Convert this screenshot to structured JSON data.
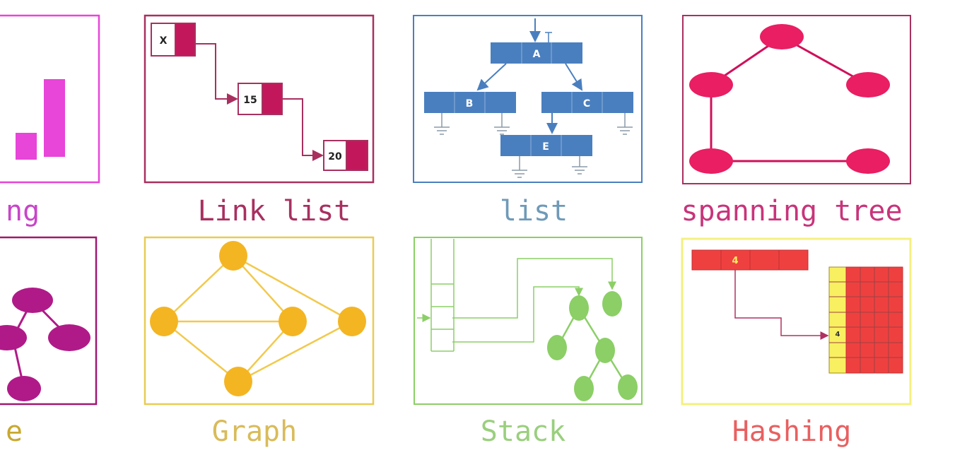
{
  "colors": {
    "magenta": "#e845d9",
    "linklist": "#a8305f",
    "linklist_fill": "#c2185b",
    "list": "#4a7fbf",
    "list_label": "#6f9ab8",
    "spanning": "#e91e63",
    "tree": "#b01a88",
    "graph": "#f4b523",
    "graph_border": "#e8cc55",
    "graph_label": "#d9bb5a",
    "stack": "#8bcf66",
    "stack_label": "#9acf7e",
    "hashing": "#ef4040",
    "hashing_yellow": "#f8f060",
    "hashing_label": "#e86060"
  },
  "labels": {
    "top_left_fragment": "ng",
    "link_list": "Link list",
    "list": "list",
    "spanning_tree": "spanning tree",
    "bottom_left_fragment": "e",
    "graph": "Graph",
    "stack": "Stack",
    "hashing": "Hashing"
  },
  "link_list": {
    "nodes": [
      "X",
      "15",
      "20"
    ]
  },
  "list_diagram": {
    "nodes": [
      "A",
      "B",
      "C",
      "E"
    ]
  },
  "hashing": {
    "key": "4",
    "slot_value": "4"
  },
  "icons": {
    "bar_chart": "bar-chart-icon",
    "tree": "tree-icon",
    "graph": "graph-icon",
    "stack": "stack-icon",
    "spanning_tree": "spanning-tree-icon",
    "hash_table": "hash-table-icon"
  }
}
